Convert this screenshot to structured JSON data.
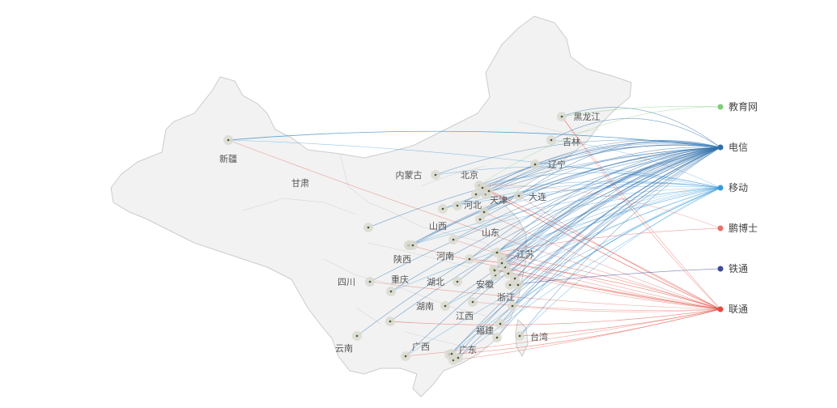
{
  "isps": [
    {
      "key": "edu",
      "name": "教育网",
      "color": "#7ecf7a"
    },
    {
      "key": "telecom",
      "name": "电信",
      "color": "#2f6fab"
    },
    {
      "key": "mobile",
      "name": "移动",
      "color": "#3a9ad9"
    },
    {
      "key": "drpeng",
      "name": "鹏博士",
      "color": "#e8706b"
    },
    {
      "key": "railcom",
      "name": "铁通",
      "color": "#3f4a99"
    },
    {
      "key": "unicom",
      "name": "联通",
      "color": "#e24c3f"
    }
  ],
  "provinces": [
    {
      "name": "新疆",
      "label": true
    },
    {
      "name": "甘肃",
      "label": true
    },
    {
      "name": "内蒙古",
      "label": true
    },
    {
      "name": "黑龙江",
      "label": true
    },
    {
      "name": "吉林",
      "label": true
    },
    {
      "name": "辽宁",
      "label": true
    },
    {
      "name": "北京",
      "label": true
    },
    {
      "name": "天津",
      "label": true
    },
    {
      "name": "河北",
      "label": true
    },
    {
      "name": "大连",
      "label": true
    },
    {
      "name": "山西",
      "label": true
    },
    {
      "name": "山东",
      "label": true
    },
    {
      "name": "陕西",
      "label": true
    },
    {
      "name": "河南",
      "label": true
    },
    {
      "name": "江苏",
      "label": true
    },
    {
      "name": "四川",
      "label": true
    },
    {
      "name": "重庆",
      "label": true
    },
    {
      "name": "湖北",
      "label": true
    },
    {
      "name": "安徽",
      "label": true
    },
    {
      "name": "浙江",
      "label": true
    },
    {
      "name": "湖南",
      "label": true
    },
    {
      "name": "江西",
      "label": true
    },
    {
      "name": "福建",
      "label": true
    },
    {
      "name": "云南",
      "label": true
    },
    {
      "name": "广西",
      "label": true
    },
    {
      "name": "广东",
      "label": true
    },
    {
      "name": "台湾",
      "label": true
    }
  ]
}
